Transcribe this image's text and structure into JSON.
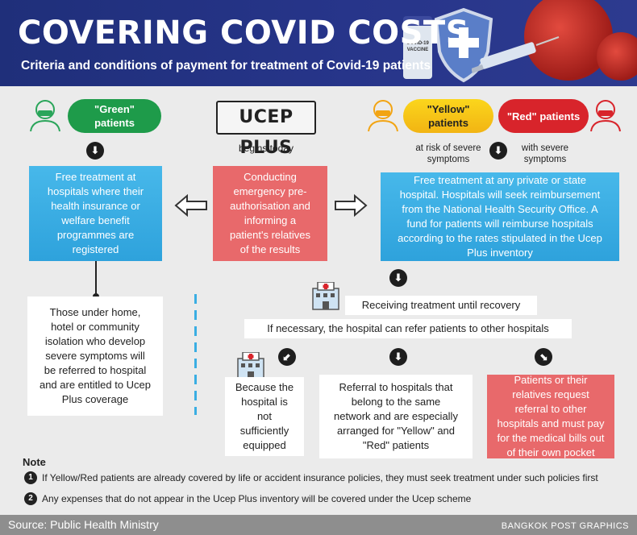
{
  "header": {
    "title": "COVERING COVID COSTS",
    "subtitle": "Criteria and conditions of payment for treatment of Covid-19 patients",
    "vaccine_label": "COVID-19 VACCINE"
  },
  "green": {
    "label": "\"Green\" patients",
    "box": "Free treatment at hospitals where their health insurance or welfare benefit programmes are registered",
    "home": "Those under home, hotel or community isolation who develop severe symptoms will be referred to hospital and are entitled to Ucep Plus coverage"
  },
  "ucep": {
    "label": "UCEP PLUS",
    "sub": "begins today",
    "box": "Conducting emergency pre-authorisation and informing a patient's relatives of the results"
  },
  "yellow": {
    "label": "\"Yellow\" patients",
    "sub": "at risk of severe symptoms"
  },
  "red": {
    "label": "\"Red\" patients",
    "sub": "with severe symptoms"
  },
  "right_box": "Free treatment at any private or state hospital. Hospitals will seek reimbursement from the National Health Security Office. A fund for patients will reimburse hospitals according to the rates stipulated in the Ucep Plus inventory",
  "flow": {
    "receiving": "Receiving treatment until recovery",
    "refer": "If necessary, the hospital can refer patients to other hospitals",
    "opt1": "Because the hospital is not sufficiently equipped",
    "opt2": "Referral to hospitals that belong to the same network and are especially arranged for \"Yellow\" and \"Red\" patients",
    "opt3": "Patients or their relatives request referral to other hospitals and must pay for the medical bills out of their own pocket"
  },
  "note": {
    "heading": "Note",
    "items": [
      {
        "num": "1",
        "text": "If Yellow/Red patients are already covered by life or accident insurance policies, they must seek treatment under such policies first"
      },
      {
        "num": "2",
        "text": "Any expenses that do not appear in the Ucep Plus inventory will be covered under the Ucep scheme"
      }
    ]
  },
  "footer": {
    "source": "Source: Public Health Ministry",
    "credit": "BANGKOK POST GRAPHICS"
  },
  "colors": {
    "header": "#27358a",
    "green": "#1e9b4a",
    "yellow": "#f2b413",
    "red": "#d8242b",
    "blue": "#3aaee3",
    "salmon": "#e8696b"
  }
}
